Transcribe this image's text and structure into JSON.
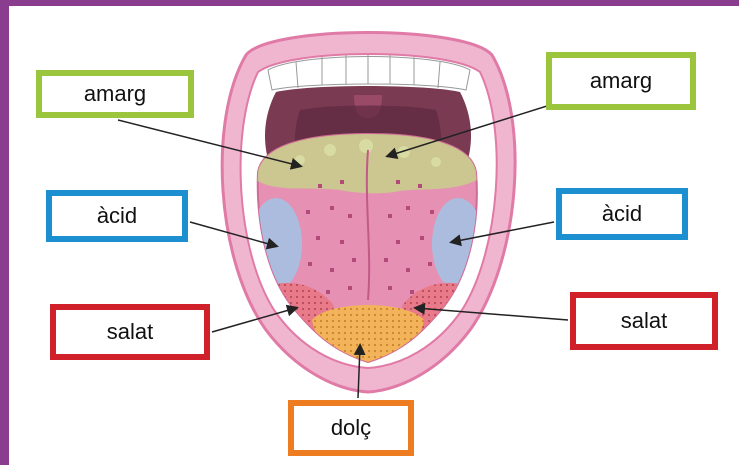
{
  "labels": {
    "bitter_left": "amarg",
    "bitter_right": "amarg",
    "sour_left": "àcid",
    "sour_right": "àcid",
    "salty_left": "salat",
    "salty_right": "salat",
    "sweet_bottom": "dolç"
  },
  "colors": {
    "frame": "#8a3c8f",
    "bitter_box": "#9bc53d",
    "sour_box": "#1b8fd0",
    "salty_box": "#d0202a",
    "sweet_box": "#ee7d22",
    "tongue": "#e690b4",
    "bitter_zone": "#c9cc8c",
    "sour_zone": "#a9bfe0",
    "salty_zone": "#e87a8a",
    "sweet_zone": "#f2b35a"
  },
  "icons": {
    "mouth": "open-mouth-illustration",
    "tongue": "tongue-illustration"
  }
}
